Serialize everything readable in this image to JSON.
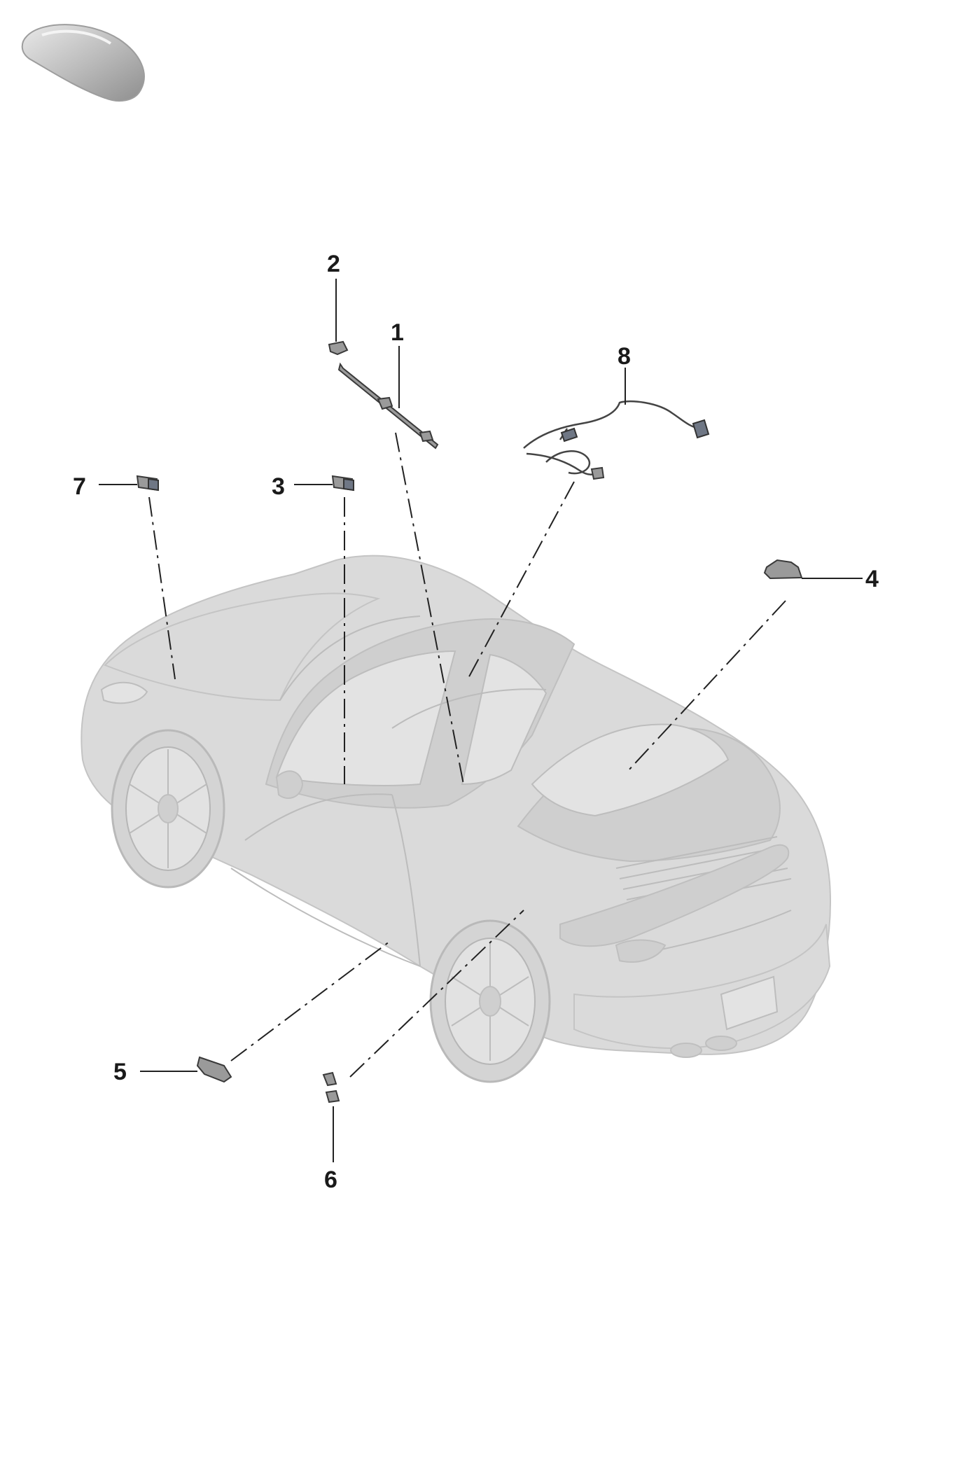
{
  "diagram": {
    "callouts": [
      "1",
      "2",
      "3",
      "4",
      "5",
      "6",
      "7",
      "8"
    ],
    "icons": {
      "thumbnail": "car-thumbnail-icon",
      "vehicle": "sports-car-rear-three-quarter-view"
    },
    "colors": {
      "background": "#ffffff",
      "car_body": "#dadada",
      "callout_text": "#1a1a1a",
      "leader_line": "#222222"
    }
  }
}
